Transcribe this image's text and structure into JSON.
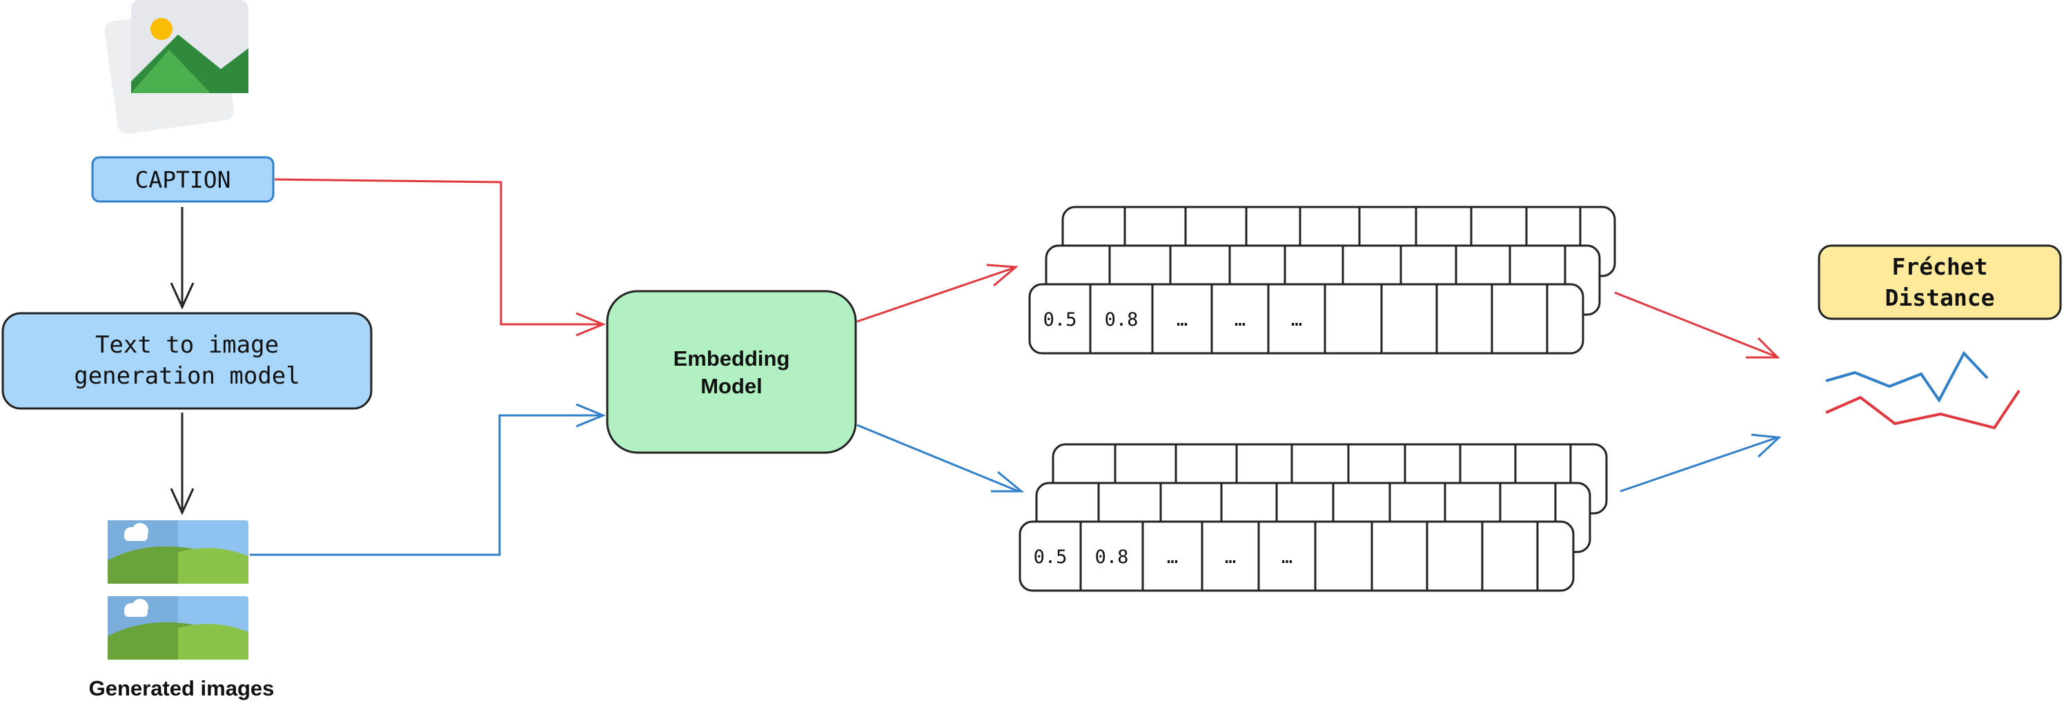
{
  "caption": "CAPTION",
  "generation_model": "Text to image\ngeneration model",
  "embedding_model": "Embedding\nModel",
  "generated_images_label": "Generated images",
  "frechet_distance": "Fréchet\nDistance",
  "embedding_cells_real": [
    "0.5",
    "0.8",
    "…",
    "…",
    "…"
  ],
  "embedding_cells_generated": [
    "0.5",
    "0.8",
    "…",
    "…",
    "…"
  ],
  "colors": {
    "real_path": "#e0383e",
    "generated_path": "#2f7fc9",
    "caption_fill": "#a8d6fb",
    "model_fill": "#b1f1c1",
    "distance_fill": "#fdea9a",
    "arrow_black": "#222222"
  },
  "icons": [
    "reference-image-icon",
    "generated-image-icon"
  ]
}
